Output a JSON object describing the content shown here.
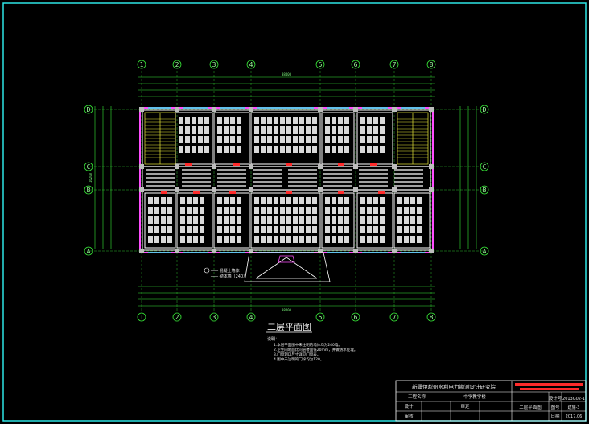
{
  "drawing": {
    "title": "二层平面图",
    "notes": [
      "说明：",
      "1.本层平面图中未注明的墙体均为240墙。",
      "2.卫生间地面比同层楼面低20mm，并做防水处理。",
      "3.门窗洞口尺寸详见门窗表。",
      "4.图中未注明的门垛均为120。"
    ],
    "legend": [
      "─── 混凝土墙体",
      "─── 砌体墙（240）"
    ],
    "axes_columns": [
      "1",
      "2",
      "3",
      "4",
      "5",
      "6",
      "7",
      "8"
    ],
    "axes_rows": [
      "A",
      "B",
      "C",
      "D"
    ],
    "overall_dim_top": "38400",
    "overall_dim_bottom": "38400",
    "overall_dim_side": "16200"
  },
  "title_block": {
    "school": "新疆伊犁州水利电力勘测设计研究院",
    "project_label": "工程名称",
    "project": "中学教学楼",
    "sheet_title": "二层平面图",
    "row1_label": "设计",
    "row2_label": "审核",
    "row3_label": "审定",
    "row1_right_label": "设计号",
    "row1_right_value": "2013G02-1",
    "row2_right_label": "图号",
    "row2_right_value": "建施-3",
    "row3_right_label": "日期",
    "row3_right_value": "2017.06"
  },
  "colors": {
    "background": "#000000",
    "border": "#2ee6e6",
    "grid_axis": "#38e838",
    "walls": "#ffffff",
    "columns": "#bdbdbd",
    "windows": "#ff4dff",
    "doors": "#ff2b2b",
    "stairs": "#e8e83a",
    "title_block_stripe": "#ff2b2b"
  }
}
